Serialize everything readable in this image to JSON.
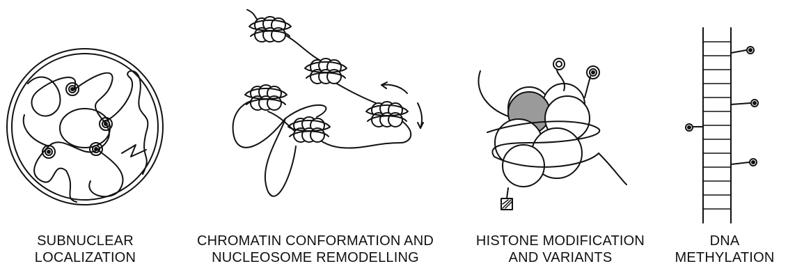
{
  "panels": [
    {
      "name": "subnuclear-localization",
      "caption": [
        "SUBNUCLEAR",
        "LOCALIZATION"
      ]
    },
    {
      "name": "chromatin-conformation",
      "caption": [
        "CHROMATIN CONFORMATION AND",
        "NUCLEOSOME REMODELLING"
      ]
    },
    {
      "name": "histone-modification",
      "caption": [
        "HISTONE MODIFICATION",
        "AND VARIANTS"
      ]
    },
    {
      "name": "dna-methylation",
      "caption": [
        "DNA",
        "METHYLATION"
      ]
    }
  ],
  "colors": {
    "ink": "#111111",
    "histone_variant_fill": "#9a9a9a",
    "background": "#ffffff"
  }
}
